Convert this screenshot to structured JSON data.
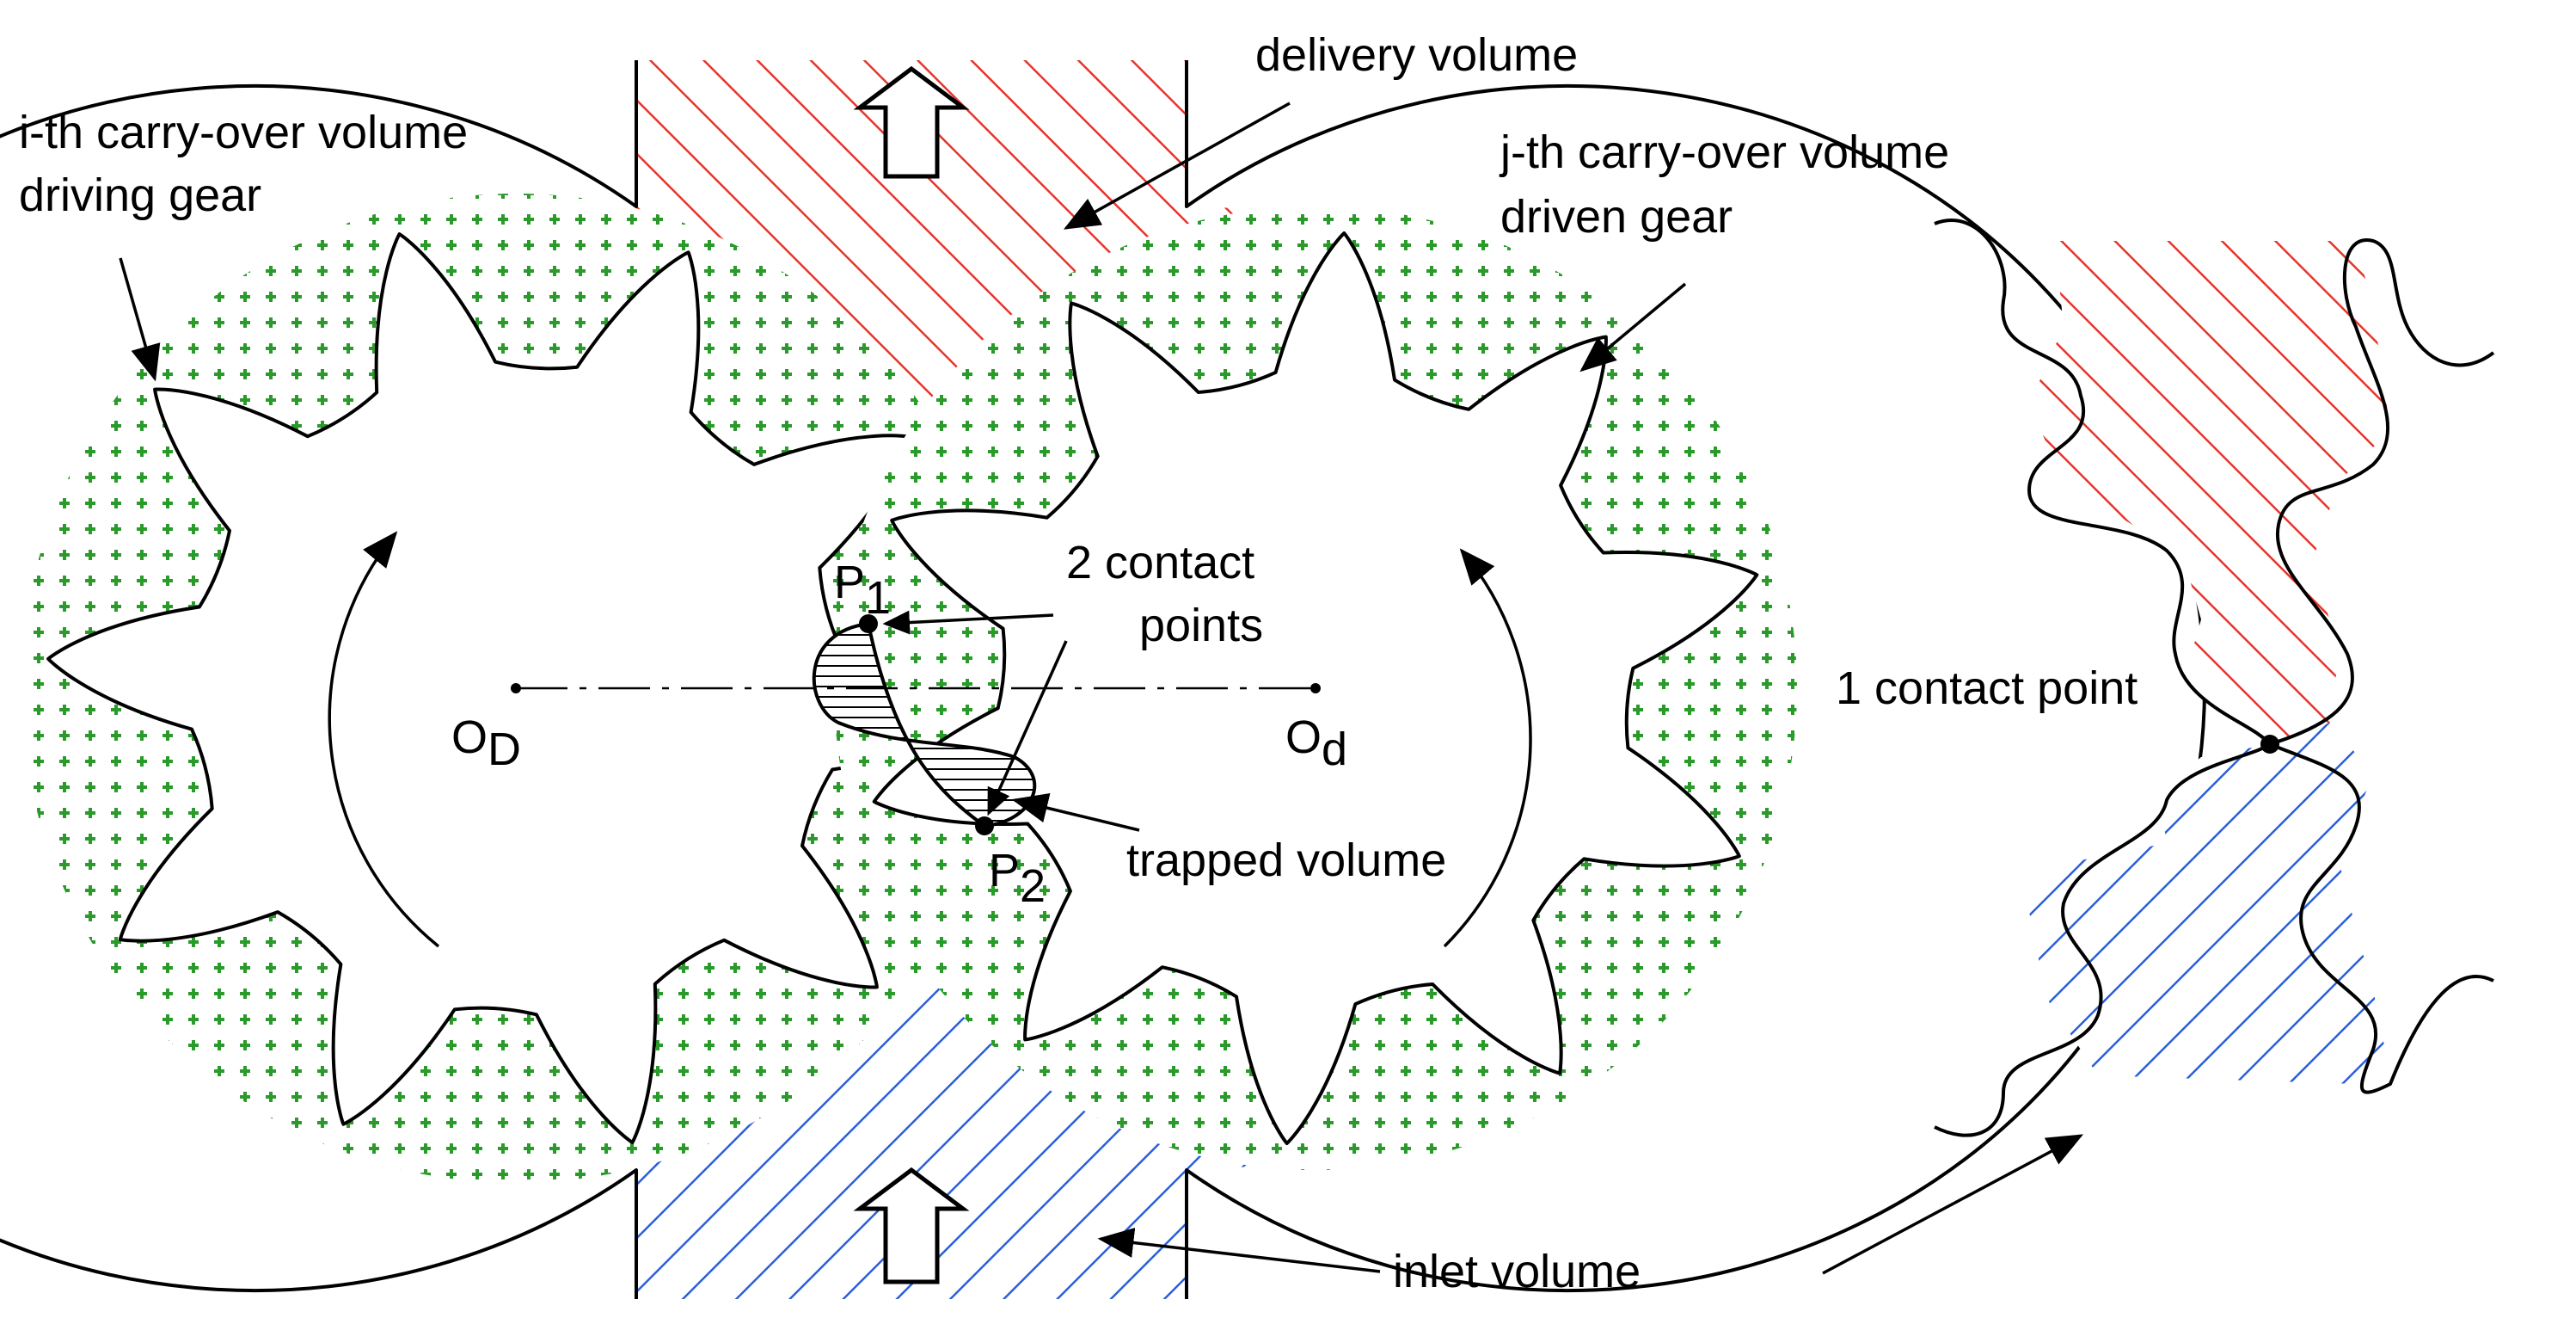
{
  "labels": {
    "delivery_volume": "delivery volume",
    "carry_over_driving_line1": "i-th carry-over volume",
    "carry_over_driving_line2": "driving gear",
    "carry_over_driven_line1": "j-th carry-over volume",
    "carry_over_driven_line2": "driven gear",
    "contact_points_line1": "2 contact",
    "contact_points_line2": "points",
    "one_contact_point": "1 contact point",
    "trapped_volume": "trapped volume",
    "inlet_volume": "inlet volume",
    "p1_base": "P",
    "p1_sub": "1",
    "p2_base": "P",
    "p2_sub": "2",
    "od_base": "O",
    "od_sub": "D",
    "od_small_base": "O",
    "od_small_sub": "d"
  },
  "colors": {
    "delivery_hatch": "#e8342b",
    "inlet_hatch": "#2b5fd9",
    "carry_over_dots": "#2a9a2a",
    "trapped_hatch": "#000000",
    "outline": "#000000",
    "background": "#ffffff"
  },
  "gears": {
    "driving_gear_teeth": 10,
    "driven_gear_teeth": 10
  }
}
